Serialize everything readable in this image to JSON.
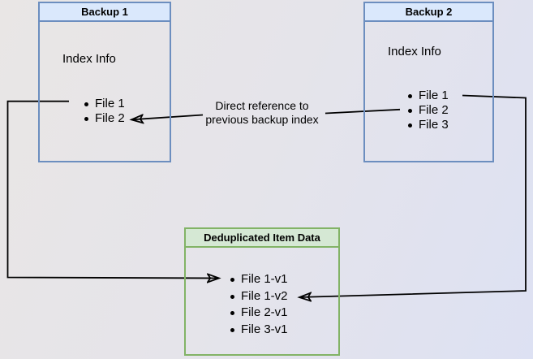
{
  "backup1": {
    "title": "Backup 1",
    "subtitle": "Index Info",
    "items": [
      "File 1",
      "File 2"
    ]
  },
  "backup2": {
    "title": "Backup 2",
    "subtitle": "Index Info",
    "items": [
      "File 1",
      "File 2",
      "File 3"
    ]
  },
  "dedup": {
    "title": "Deduplicated Item Data",
    "items": [
      "File 1-v1",
      "File 1-v2",
      "File 2-v1",
      "File 3-v1"
    ]
  },
  "annotation": {
    "text": "Direct reference to previous backup index"
  },
  "colors": {
    "backup_header_fill": "#dae8fc",
    "backup_border": "#6c8ebf",
    "dedup_header_fill": "#d5e8d4",
    "dedup_border": "#82b366",
    "connector": "#000000",
    "background_start": "#e9e6e5",
    "background_end": "#dde1f3"
  }
}
